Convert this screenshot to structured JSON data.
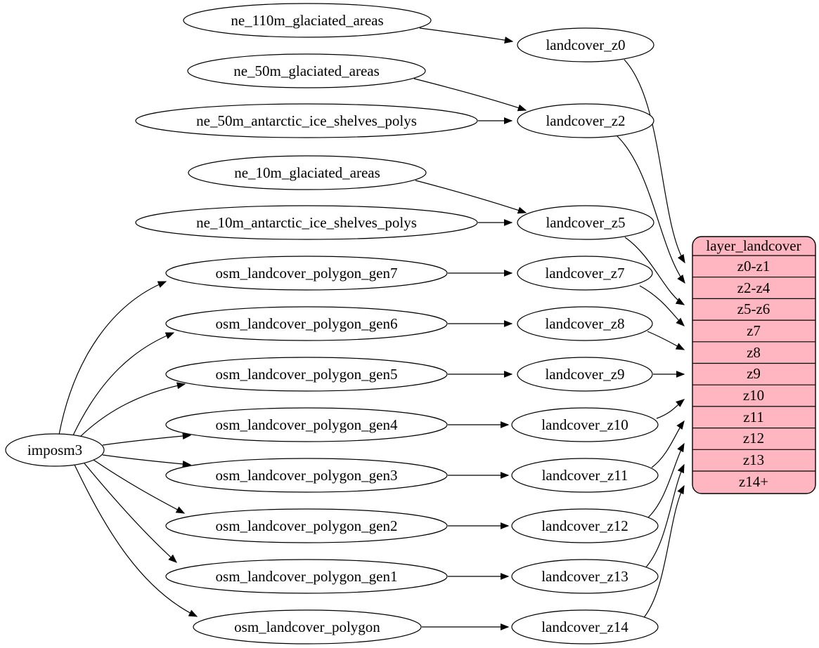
{
  "colors": {
    "background": "#ffffff",
    "node_fill": "#ffffff",
    "node_stroke": "#000000",
    "edge_stroke": "#000000",
    "table_fill": "#ffb6c1",
    "table_stroke": "#000000",
    "text": "#000000"
  },
  "nodes": {
    "imposm3": {
      "label": "imposm3"
    },
    "sources": [
      {
        "label": "ne_110m_glaciated_areas"
      },
      {
        "label": "ne_50m_glaciated_areas"
      },
      {
        "label": "ne_50m_antarctic_ice_shelves_polys"
      },
      {
        "label": "ne_10m_glaciated_areas"
      },
      {
        "label": "ne_10m_antarctic_ice_shelves_polys"
      },
      {
        "label": "osm_landcover_polygon_gen7"
      },
      {
        "label": "osm_landcover_polygon_gen6"
      },
      {
        "label": "osm_landcover_polygon_gen5"
      },
      {
        "label": "osm_landcover_polygon_gen4"
      },
      {
        "label": "osm_landcover_polygon_gen3"
      },
      {
        "label": "osm_landcover_polygon_gen2"
      },
      {
        "label": "osm_landcover_polygon_gen1"
      },
      {
        "label": "osm_landcover_polygon"
      }
    ],
    "generalized": [
      {
        "label": "landcover_z0"
      },
      {
        "label": "landcover_z2"
      },
      {
        "label": "landcover_z5"
      },
      {
        "label": "landcover_z7"
      },
      {
        "label": "landcover_z8"
      },
      {
        "label": "landcover_z9"
      },
      {
        "label": "landcover_z10"
      },
      {
        "label": "landcover_z11"
      },
      {
        "label": "landcover_z12"
      },
      {
        "label": "landcover_z13"
      },
      {
        "label": "landcover_z14"
      }
    ]
  },
  "table": {
    "title": "layer_landcover",
    "rows": [
      {
        "label": "z0-z1"
      },
      {
        "label": "z2-z4"
      },
      {
        "label": "z5-z6"
      },
      {
        "label": "z7"
      },
      {
        "label": "z8"
      },
      {
        "label": "z9"
      },
      {
        "label": "z10"
      },
      {
        "label": "z11"
      },
      {
        "label": "z12"
      },
      {
        "label": "z13"
      },
      {
        "label": "z14+"
      }
    ]
  },
  "edges": [
    {
      "from": "ne_110m_glaciated_areas",
      "to": "landcover_z0"
    },
    {
      "from": "ne_50m_glaciated_areas",
      "to": "landcover_z2"
    },
    {
      "from": "ne_50m_antarctic_ice_shelves_polys",
      "to": "landcover_z2"
    },
    {
      "from": "ne_10m_glaciated_areas",
      "to": "landcover_z5"
    },
    {
      "from": "ne_10m_antarctic_ice_shelves_polys",
      "to": "landcover_z5"
    },
    {
      "from": "imposm3",
      "to": "osm_landcover_polygon_gen7"
    },
    {
      "from": "imposm3",
      "to": "osm_landcover_polygon_gen6"
    },
    {
      "from": "imposm3",
      "to": "osm_landcover_polygon_gen5"
    },
    {
      "from": "imposm3",
      "to": "osm_landcover_polygon_gen4"
    },
    {
      "from": "imposm3",
      "to": "osm_landcover_polygon_gen3"
    },
    {
      "from": "imposm3",
      "to": "osm_landcover_polygon_gen2"
    },
    {
      "from": "imposm3",
      "to": "osm_landcover_polygon_gen1"
    },
    {
      "from": "imposm3",
      "to": "osm_landcover_polygon"
    },
    {
      "from": "osm_landcover_polygon_gen7",
      "to": "landcover_z7"
    },
    {
      "from": "osm_landcover_polygon_gen6",
      "to": "landcover_z8"
    },
    {
      "from": "osm_landcover_polygon_gen5",
      "to": "landcover_z9"
    },
    {
      "from": "osm_landcover_polygon_gen4",
      "to": "landcover_z10"
    },
    {
      "from": "osm_landcover_polygon_gen3",
      "to": "landcover_z11"
    },
    {
      "from": "osm_landcover_polygon_gen2",
      "to": "landcover_z12"
    },
    {
      "from": "osm_landcover_polygon_gen1",
      "to": "landcover_z13"
    },
    {
      "from": "osm_landcover_polygon",
      "to": "landcover_z14"
    },
    {
      "from": "landcover_z0",
      "to": "z0-z1"
    },
    {
      "from": "landcover_z2",
      "to": "z2-z4"
    },
    {
      "from": "landcover_z5",
      "to": "z5-z6"
    },
    {
      "from": "landcover_z7",
      "to": "z7"
    },
    {
      "from": "landcover_z8",
      "to": "z8"
    },
    {
      "from": "landcover_z9",
      "to": "z9"
    },
    {
      "from": "landcover_z10",
      "to": "z10"
    },
    {
      "from": "landcover_z11",
      "to": "z11"
    },
    {
      "from": "landcover_z12",
      "to": "z12"
    },
    {
      "from": "landcover_z13",
      "to": "z13"
    },
    {
      "from": "landcover_z14",
      "to": "z14+"
    }
  ]
}
